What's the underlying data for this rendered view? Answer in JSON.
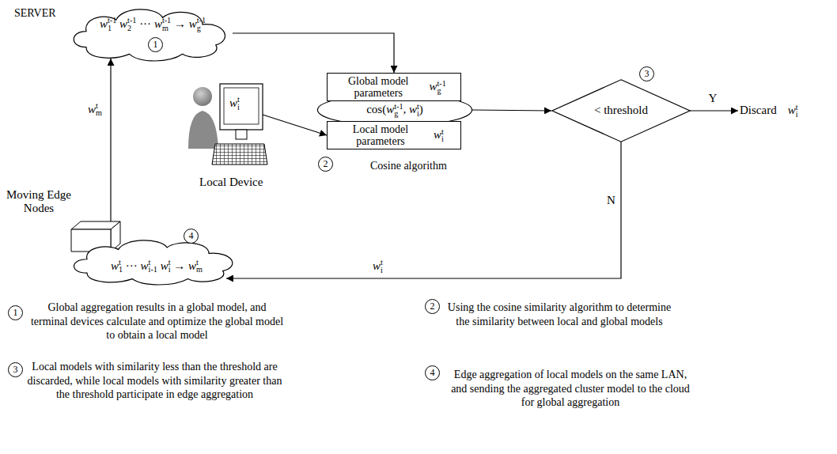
{
  "diagram": {
    "nodes": [
      {
        "text": [
          "w1t-1 w2t-1 ··· wmt-1 → wgt-1"
        ]
      },
      {
        "text": [
          "Global model parameters",
          "wgt-1"
        ]
      },
      {
        "text": [
          "cos(wgt-1, wit)"
        ]
      },
      {
        "text": [
          "Local model parameters",
          "wit"
        ]
      },
      {
        "text": [
          "< threshold"
        ]
      },
      {
        "text": [
          "wit",
          "Local Device"
        ]
      },
      {
        "text": [
          "Moving Edge Nodes"
        ]
      },
      {
        "text": [
          "w1t ··· wi-1t wit → wmt"
        ]
      },
      {
        "text": [
          "Discard",
          "wit"
        ]
      }
    ],
    "edges": [
      {
        "from": 6,
        "to": 0,
        "arrow": "to",
        "label": "wmt"
      },
      {
        "from": 0,
        "to": 1,
        "arrow": "to"
      },
      {
        "from": 5,
        "to": 3,
        "arrow": "to"
      },
      {
        "from": 2,
        "to": 4,
        "arrow": "to"
      },
      {
        "from": 4,
        "to": 8,
        "arrow": "to",
        "label": "Y"
      },
      {
        "from": 4,
        "to": 7,
        "arrow": "to",
        "label": "wit"
      }
    ],
    "labels": [
      "SERVER",
      "1",
      "2",
      "Cosine algorithm",
      "3",
      "N",
      "4",
      "1",
      "Global aggregation results in a global model, and terminal devices calculate and optimize the global model to obtain a local model",
      "2",
      "Using the cosine similarity algorithm to determine the similarity between local and global models",
      "3",
      "Local models with similarity less than the threshold are discarded, while local models with similarity greater than the threshold participate in edge aggregation",
      "4",
      "Edge aggregation of local models on the same LAN, and sending the aggregated cluster model to the cloud for global aggregation"
    ]
  }
}
